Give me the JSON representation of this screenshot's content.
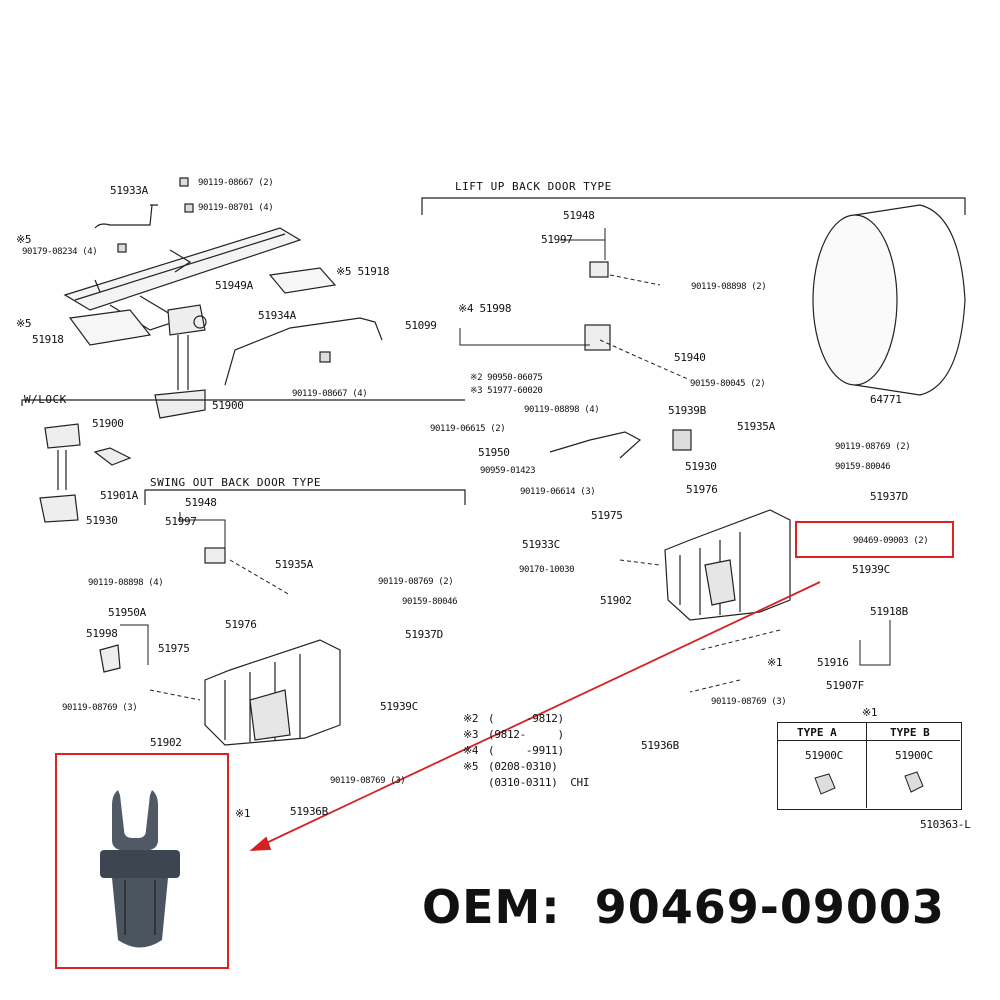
{
  "diagram": {
    "section_lift_up": "LIFT UP BACK DOOR TYPE",
    "section_swing_out": "SWING OUT BACK DOOR TYPE",
    "section_w_lock": "W/LOCK",
    "doc_code": "510363-L",
    "oem_label": "OEM:  90469-09003",
    "highlight_color": "#d22222",
    "type_table": {
      "marker": "※1",
      "type_a": "TYPE A",
      "type_b": "TYPE B",
      "part_a": "51900C",
      "part_b": "51900C"
    },
    "footnotes": [
      {
        "mark": "※2",
        "text": "(     -9812)"
      },
      {
        "mark": "※3",
        "text": "(9812-     )"
      },
      {
        "mark": "※4",
        "text": "(     -9911)"
      },
      {
        "mark": "※5",
        "text": "(0208-0310)"
      },
      {
        "mark": "",
        "text": "(0310-0311)  CHI"
      }
    ],
    "labels": [
      "90119-08667 (2)",
      "51933A",
      "90119-08701 (4)",
      "※5",
      "90179-08234 (4)",
      "51949A",
      "※5 51918",
      "※5",
      "51918",
      "51934A",
      "90119-08667 (4)",
      "51900",
      "51900",
      "51901A",
      "51930",
      "51948",
      "51997",
      "90119-08898 (2)",
      "51099",
      "※4 51998",
      "51940",
      "※2 90950-06075",
      "※3 51977-60020",
      "90159-80045 (2)",
      "64771",
      "90119-08898 (4)",
      "51939B",
      "51935A",
      "90119-06615 (2)",
      "51950",
      "90119-08769 (2)",
      "90159-80046",
      "90959-01423",
      "51930",
      "51937D",
      "90119-06614 (3)",
      "51976",
      "51975",
      "90469-09003 (2)",
      "51933C",
      "90170-10030",
      "51939C",
      "51902",
      "51918B",
      "※1",
      "51916",
      "51907F",
      "90119-08769 (3)",
      "51936B",
      "51948",
      "51997",
      "90119-08898 (4)",
      "51935A",
      "90119-08769 (2)",
      "90159-80046",
      "51950A",
      "51998",
      "51976",
      "51937D",
      "51975",
      "90119-08769 (3)",
      "51939C",
      "51902",
      "90119-08769 (3)",
      "※1",
      "51936B"
    ]
  }
}
